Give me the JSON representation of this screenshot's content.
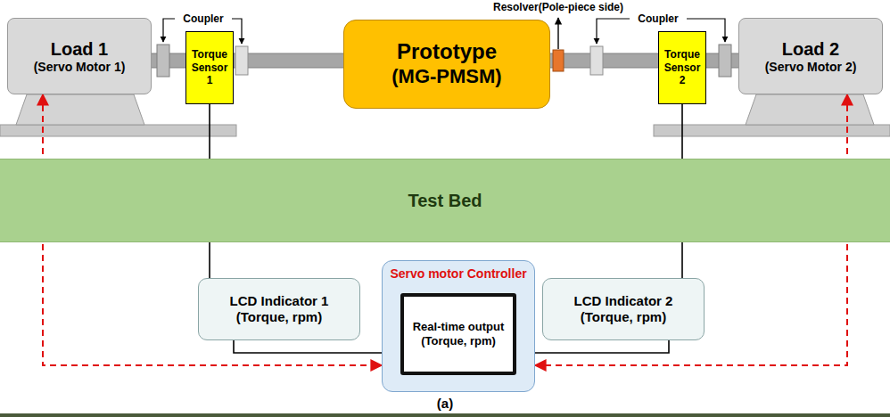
{
  "diagram": {
    "caption": "(a)",
    "nodes": [
      {
        "text": [
          "Load 1",
          "(Servo Motor 1)"
        ]
      },
      {
        "text": [
          "Torque Sensor 1"
        ]
      },
      {
        "text": [
          "Prototype",
          "(MG-PMSM)"
        ]
      },
      {
        "text": [
          "Torque Sensor 2"
        ]
      },
      {
        "text": [
          "Load 2",
          "(Servo Motor 2)"
        ]
      },
      {
        "text": [
          "Test Bed"
        ]
      },
      {
        "text": [
          "LCD Indicator 1",
          "(Torque, rpm)"
        ]
      },
      {
        "text": [
          "Servo motor Controller"
        ]
      },
      {
        "text": [
          "Real-time output",
          "(Torque, rpm)"
        ],
        "in": 7
      },
      {
        "text": [
          "LCD Indicator 2",
          "(Torque, rpm)"
        ]
      }
    ],
    "edges": [
      {
        "from": 1,
        "to": 6,
        "arrow": "none"
      },
      {
        "from": 3,
        "to": 9,
        "arrow": "none"
      },
      {
        "from": 6,
        "to": 8,
        "arrow": "to"
      },
      {
        "from": 9,
        "to": 8,
        "arrow": "to"
      },
      {
        "from": 0,
        "to": 7,
        "arrow": "both"
      },
      {
        "from": 4,
        "to": 7,
        "arrow": "both"
      }
    ],
    "labels": [
      "Coupler",
      "Coupler",
      "Resolver(Pole-piece side)"
    ]
  }
}
